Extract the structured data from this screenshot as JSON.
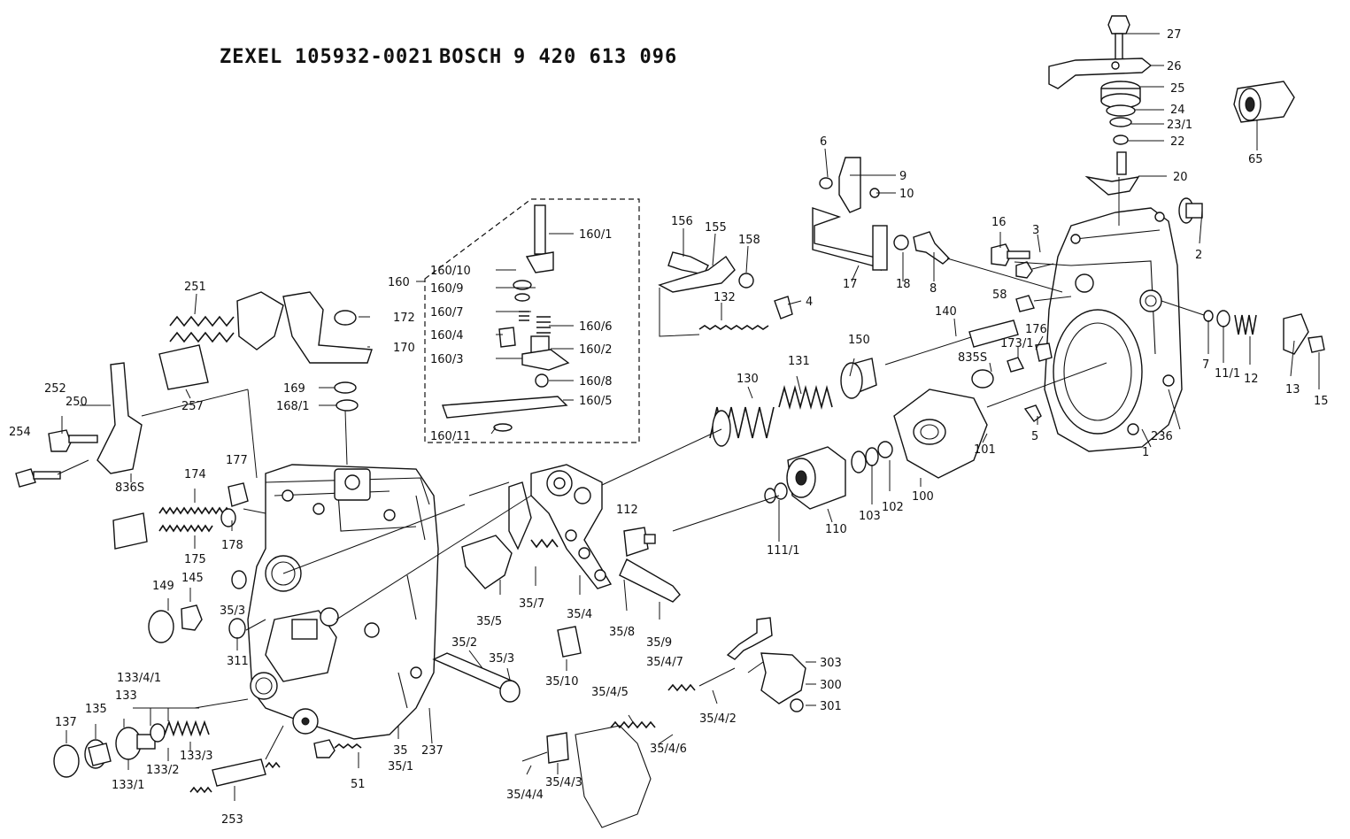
{
  "header": {
    "brand1": "ZEXEL",
    "number1": "105932-0021",
    "brand2": "BOSCH",
    "number2": "9 420 613 096"
  },
  "labels": {
    "p27": "27",
    "p26": "26",
    "p25": "25",
    "p24": "24",
    "p23_1": "23/1",
    "p22": "22",
    "p20": "20",
    "p65": "65",
    "p2": "2",
    "p3": "3",
    "p16": "16",
    "p6": "6",
    "p9": "9",
    "p10": "10",
    "p17": "17",
    "p18": "18",
    "p8": "8",
    "p156": "156",
    "p155": "155",
    "p158": "158",
    "p132": "132",
    "p4": "4",
    "p58": "58",
    "p140": "140",
    "p176": "176",
    "p173_1": "173/1",
    "p835s": "835S",
    "p7": "7",
    "p11_1": "11/1",
    "p12": "12",
    "p13": "13",
    "p15": "15",
    "p150": "150",
    "p131": "131",
    "p130": "130",
    "p101": "101",
    "p5": "5",
    "p236": "236",
    "p1": "1",
    "p100": "100",
    "p102": "102",
    "p103": "103",
    "p110": "110",
    "p111_1": "111/1",
    "p112": "112",
    "p160": "160",
    "p160_1": "160/1",
    "p160_10": "160/10",
    "p160_9": "160/9",
    "p160_7": "160/7",
    "p160_6": "160/6",
    "p160_4": "160/4",
    "p160_2": "160/2",
    "p160_3": "160/3",
    "p160_8": "160/8",
    "p160_5": "160/5",
    "p160_11": "160/11",
    "p251": "251",
    "p172": "172",
    "p170": "170",
    "p169": "169",
    "p168_1": "168/1",
    "p257": "257",
    "p252": "252",
    "p250": "250",
    "p254": "254",
    "p836s": "836S",
    "p174": "174",
    "p177": "177",
    "p175": "175",
    "p178": "178",
    "p149": "149",
    "p145": "145",
    "p35_3a": "35/3",
    "p311": "311",
    "p35_5": "35/5",
    "p35_7": "35/7",
    "p35_4": "35/4",
    "p35_8": "35/8",
    "p35_9": "35/9",
    "p35_10": "35/10",
    "p35_2": "35/2",
    "p35_3b": "35/3",
    "p35_4_7": "35/4/7",
    "p303": "303",
    "p300": "300",
    "p301": "301",
    "p35_4_5": "35/4/5",
    "p35_4_2": "35/4/2",
    "p35_4_6": "35/4/6",
    "p35_4_3": "35/4/3",
    "p35_4_4": "35/4/4",
    "p133_4_1": "133/4/1",
    "p133": "133",
    "p135": "135",
    "p137": "137",
    "p133_2": "133/2",
    "p133_3": "133/3",
    "p133_1": "133/1",
    "p35": "35",
    "p35_1": "35/1",
    "p237": "237",
    "p51": "51",
    "p253": "253"
  }
}
